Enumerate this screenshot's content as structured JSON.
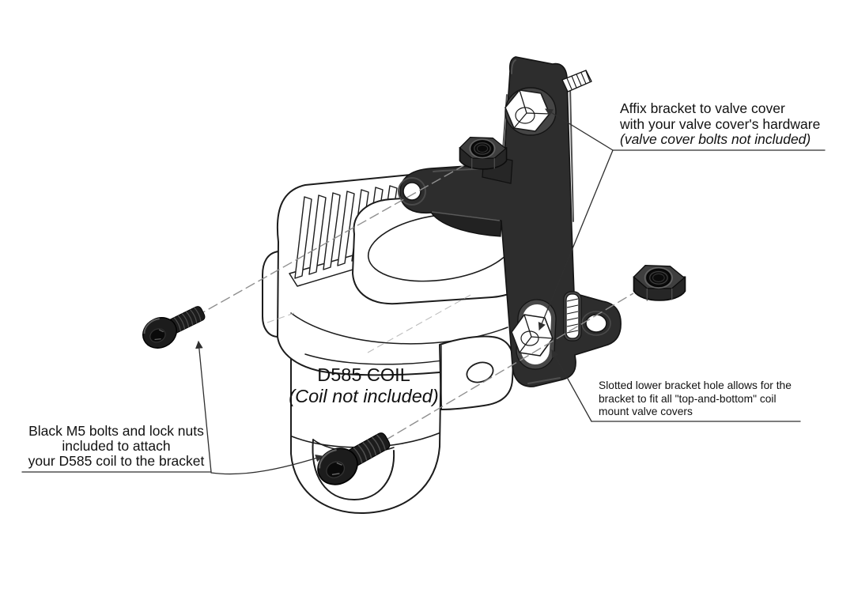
{
  "diagram": {
    "coil_label": {
      "line1": "D585 COIL",
      "line2": "(Coil not included)"
    },
    "annotations": {
      "affix": {
        "line1": "Affix bracket to valve cover",
        "line2": "with your valve cover's hardware",
        "line3": "(valve cover bolts not included)"
      },
      "slotted": {
        "line1": "Slotted lower bracket hole allows for the",
        "line2": "bracket to fit all \"top-and-bottom\" coil",
        "line3": "mount valve covers"
      },
      "hardware": {
        "line1": "Black M5 bolts and lock nuts",
        "line2": "included to attach",
        "line3": "your D585 coil to the bracket"
      }
    },
    "colors": {
      "background": "#ffffff",
      "bracket_fill": "#2d2d2d",
      "line_art": "#1c1c1c",
      "leader_line": "#2f2f2f",
      "axis_dash": "#8f8f8f",
      "text": "#111111"
    }
  }
}
